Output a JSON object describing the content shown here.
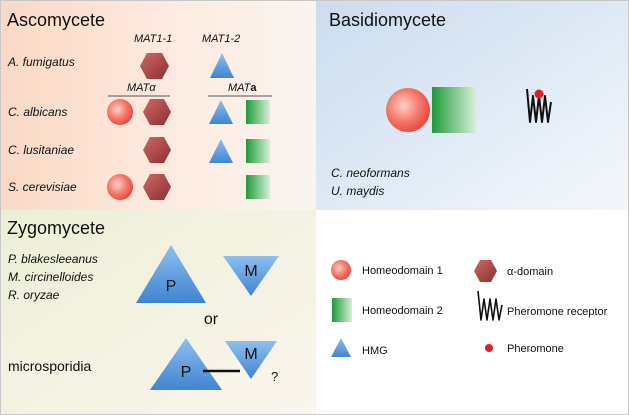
{
  "panels": {
    "ascomycete": {
      "title": "Ascomycete",
      "header_mat1_1": "MAT1-1",
      "header_mat1_2": "MAT1-2",
      "header_matalpha": "MATα",
      "header_mata_prefix": "MAT",
      "header_mata_suffix": "a",
      "species": [
        "A. fumigatus",
        "C. albicans",
        "C. lusitaniae",
        "S. cerevisiae"
      ]
    },
    "basidiomycete": {
      "title": "Basidiomycete",
      "species": [
        "C. neoformans",
        "U. maydis"
      ]
    },
    "zygomycete": {
      "title": "Zygomycete",
      "species": [
        "P. blakesleeanus",
        "M. circinelloides",
        "R. oryzae"
      ],
      "p_label": "P",
      "m_label": "M",
      "or_label": "or",
      "microsporidia_label": "microsporidia",
      "question_mark": "?"
    }
  },
  "legend": {
    "homeodomain1": "Homeodomain 1",
    "homeodomain2": "Homeodomain 2",
    "hmg": "HMG",
    "alpha_domain": "α-domain",
    "pheromone_receptor": "Pheromone receptor",
    "pheromone": "Pheromone"
  },
  "colors": {
    "homeodomain1": "#f05a5a",
    "homeodomain2": "#2da84a",
    "hmg": "#4d8fd8",
    "alpha_domain": "#b24a4a",
    "pheromone": "#e02020",
    "ascomycete_bg": "#fbe3d3",
    "basidiomycete_bg": "#dde8f4",
    "zygomycete_bg": "#eef0de"
  }
}
